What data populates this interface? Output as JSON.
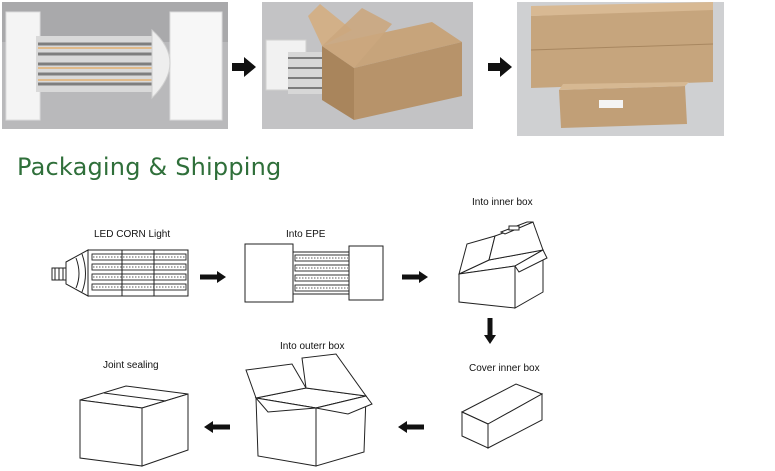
{
  "heading": "Packaging & Shipping",
  "photos": [
    {
      "id": "photo-led-in-foam"
    },
    {
      "id": "photo-led-into-box"
    },
    {
      "id": "photo-sealed-boxes"
    }
  ],
  "steps": [
    {
      "label": "LED CORN Light"
    },
    {
      "label": "Into EPE"
    },
    {
      "label": "Into inner box"
    },
    {
      "label": "Cover inner box"
    },
    {
      "label": "Into outerr box"
    },
    {
      "label": "Joint sealing"
    }
  ],
  "colors": {
    "heading": "#2f6f3a",
    "cardboard": "#b99b74",
    "foam": "#f1f1f1",
    "line": "#222222",
    "arrow": "#111111"
  },
  "icons": [
    "arrow-right-icon",
    "arrow-down-icon",
    "arrow-left-icon"
  ]
}
